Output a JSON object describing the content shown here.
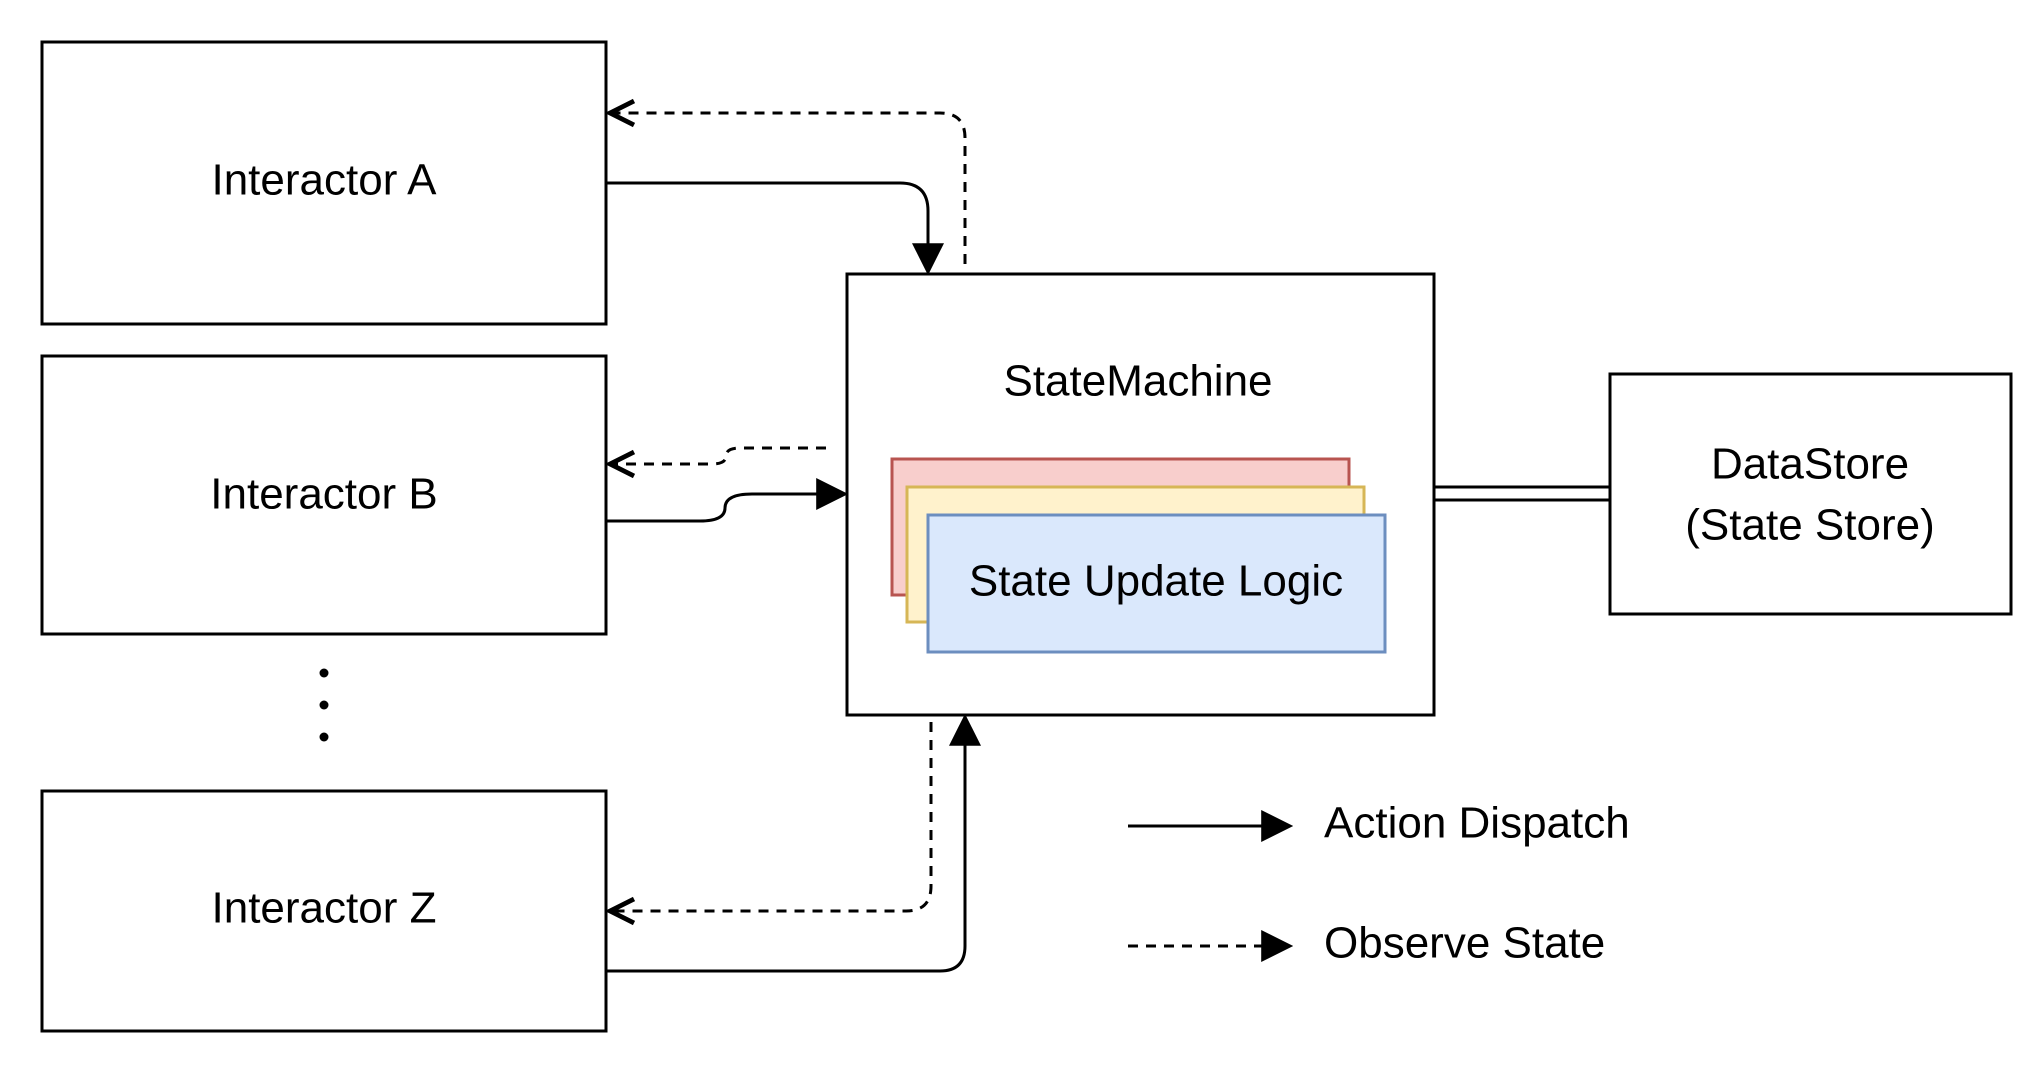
{
  "nodes": {
    "interactor_a": "Interactor A",
    "interactor_b": "Interactor B",
    "interactor_z": "Interactor Z",
    "state_machine": "StateMachine",
    "state_update_logic": "State Update Logic",
    "data_store_line1": "DataStore",
    "data_store_line2": "(State Store)"
  },
  "legend": {
    "action_dispatch": "Action Dispatch",
    "observe_state": "Observe State"
  },
  "colors": {
    "line": "#000000",
    "card_red_fill": "#f8cecc",
    "card_red_stroke": "#b85450",
    "card_yellow_fill": "#fff2cc",
    "card_yellow_stroke": "#d6b656",
    "card_blue_fill": "#dae8fc",
    "card_blue_stroke": "#6c8ebf"
  }
}
